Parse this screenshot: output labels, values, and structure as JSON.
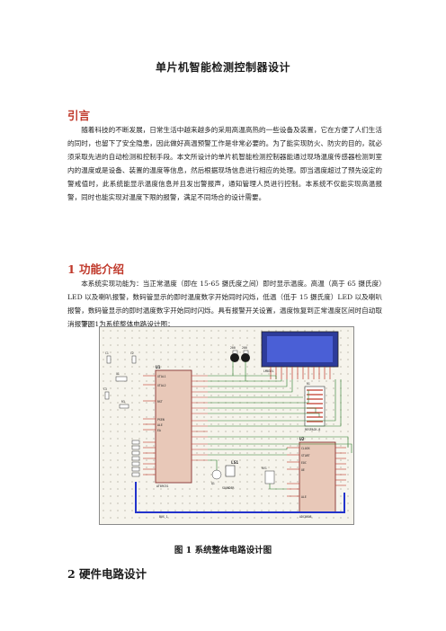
{
  "document": {
    "title": "单片机智能检测控制器设计",
    "sections": [
      {
        "heading": "引言",
        "paragraphs": [
          "随着科技的不断发展，日常生活中越来越多的采用高温高热的一些设备及装置，它在方便了人们生活的同时，也留下了安全隐患，因此做好高温预警工作是非常必要的。为了能实现防火、防灾的目的，就必须采取先进的自动检测和控制手段。本文所设计的单片机智能检测控制器能通过现场温度传感器检测到室内的温度或是设备、装置的温度等信息，然后根据现场信息进行相应的处理。即当温度超过了预先设定的警戒值时，此系统能显示温度信息并且发出警报声，通知管理人员进行控制。本系统不仅能实现高温报警，同时也能实现对温度下限的报警，满足不同场合的设计需要。"
        ]
      },
      {
        "heading": "1 功能介绍",
        "paragraphs": [
          "本系统实现功能为：当正常温度（即在 15-65 摄氏度之间）即时显示温度。高温（高于 65 摄氏度）LED 以及喇叭报警，数码管显示的即时温度数字开始同时闪烁，低温（低于 15 摄氏度）LED 以及喇叭报警，数码管显示的即时温度数字开始同时闪烁。具有报警开关设置，温度恢复到正常温度区间时自动取消报警。",
          "下图1为系统整体电路设计图："
        ]
      },
      {
        "heading": "2 硬件电路设计",
        "paragraphs": []
      }
    ],
    "figure": {
      "caption": "图 1  系统整体电路设计图",
      "labels": {
        "c1": "C1",
        "c2": "C2",
        "c3": "C3",
        "r3": "R3",
        "r1": "R1",
        "u1": "U1",
        "u2": "U2",
        "ls1": "LS1",
        "x1": "X1",
        "rv1": "RV1",
        "mcu": "AT89C51",
        "adc": "ADC0808",
        "lcd_part": "LM032L",
        "res_a": "200",
        "res_b": "200",
        "pack": "RESPACK-8",
        "sounder": "SOUNDER",
        "q1": "Q1",
        "xtal1": "XTAL1",
        "xtal2": "XTAL2",
        "rst": "RST",
        "psen": "PSEN",
        "ale": "ALE",
        "ea": "EA",
        "clock": "CLOCK",
        "start": "START",
        "eoc": "EOC",
        "oe": "OE",
        "ale2": "ALE",
        "bus": "BUS_1"
      }
    }
  }
}
